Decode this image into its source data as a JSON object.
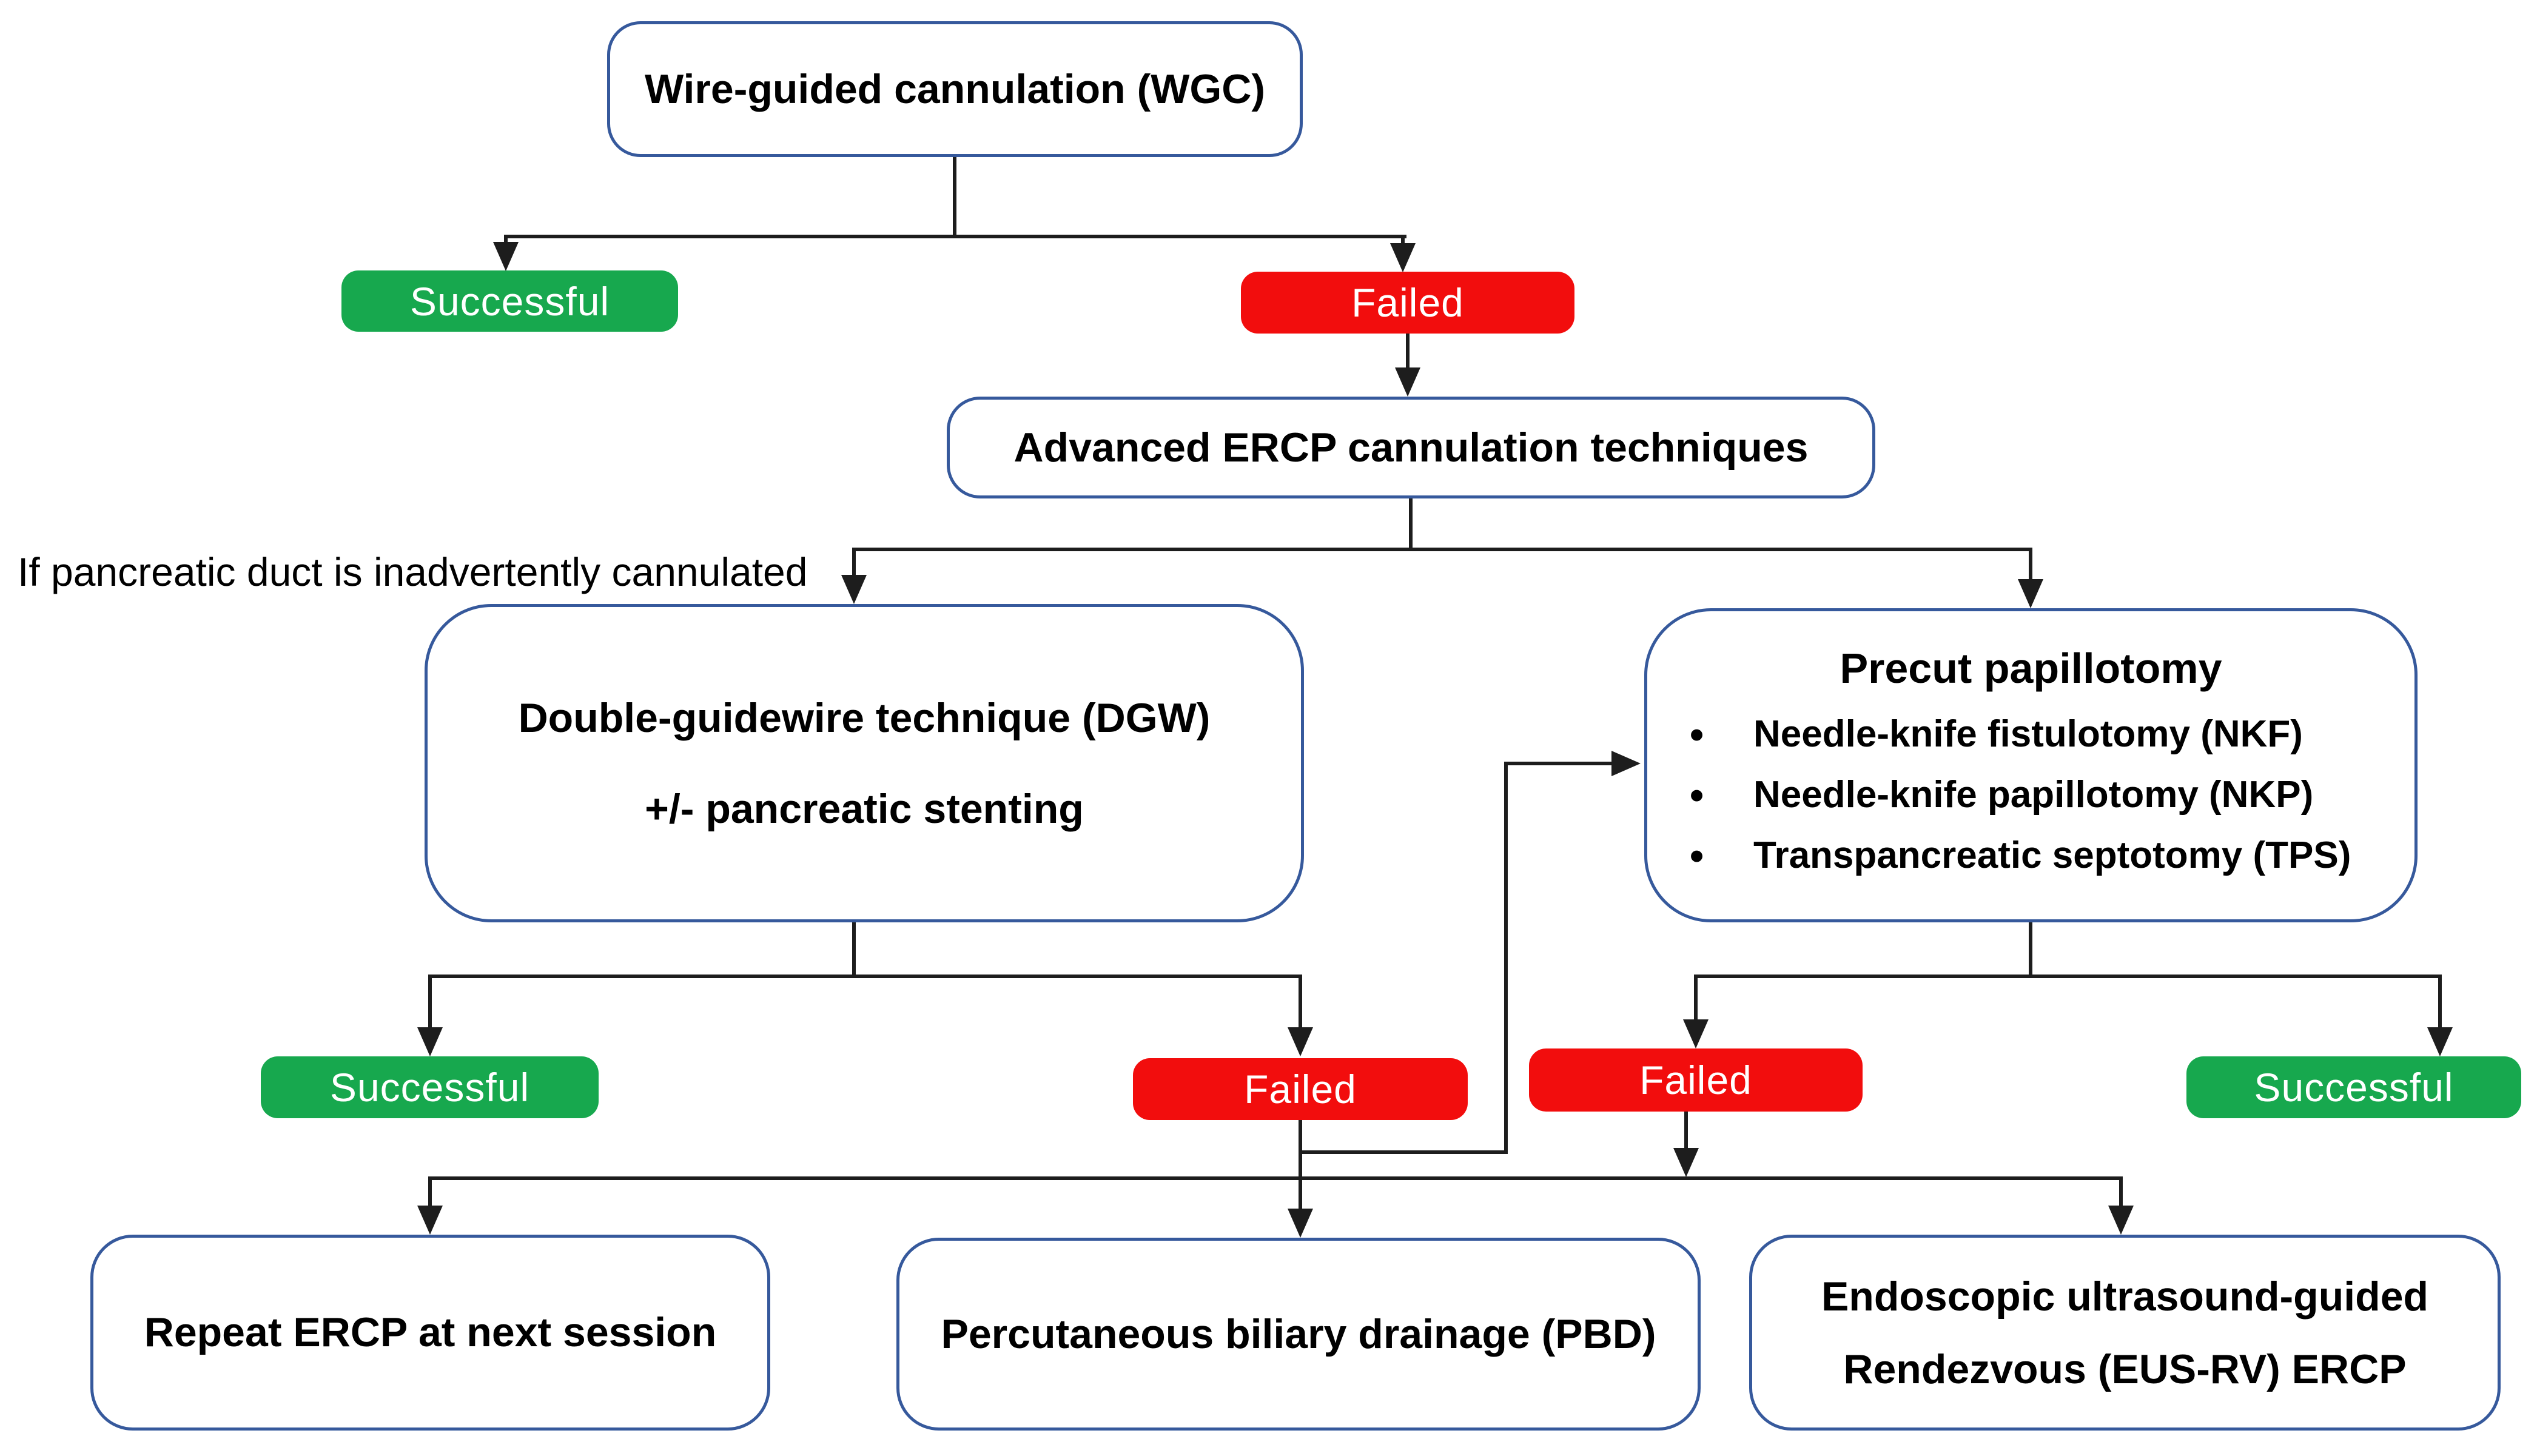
{
  "diagram_title": "Wire-guided cannulation (WGC) ERCP algorithm flowchart",
  "colors": {
    "success_green": "#17a84e",
    "fail_red": "#f20d0d",
    "box_border_blue": "#36599c",
    "connector_black": "#1d1d1d",
    "text_black": "#000000",
    "background": "#ffffff"
  },
  "nodes": {
    "wgc": {
      "label": "Wire-guided cannulation (WGC)"
    },
    "successful_wgc": {
      "label": "Successful"
    },
    "failed_wgc": {
      "label": "Failed"
    },
    "advanced": {
      "label": "Advanced ERCP cannulation techniques"
    },
    "side_note": {
      "label": "If pancreatic duct is inadvertently cannulated"
    },
    "dgw": {
      "line1": "Double-guidewire technique (DGW)",
      "line2": "+/- pancreatic stenting"
    },
    "precut": {
      "title": "Precut papillotomy",
      "bullets": [
        "Needle-knife fistulotomy (NKF)",
        "Needle-knife papillotomy (NKP)",
        "Transpancreatic septotomy (TPS)"
      ]
    },
    "successful_dgw": {
      "label": "Successful"
    },
    "failed_dgw": {
      "label": "Failed"
    },
    "failed_precut": {
      "label": "Failed"
    },
    "successful_precut": {
      "label": "Successful"
    },
    "repeat_ercp": {
      "label": "Repeat ERCP at next session"
    },
    "pbd": {
      "label": "Percutaneous biliary drainage (PBD)"
    },
    "eus_rv": {
      "line1": "Endoscopic ultrasound-guided",
      "line2": "Rendezvous (EUS-RV) ERCP"
    }
  }
}
